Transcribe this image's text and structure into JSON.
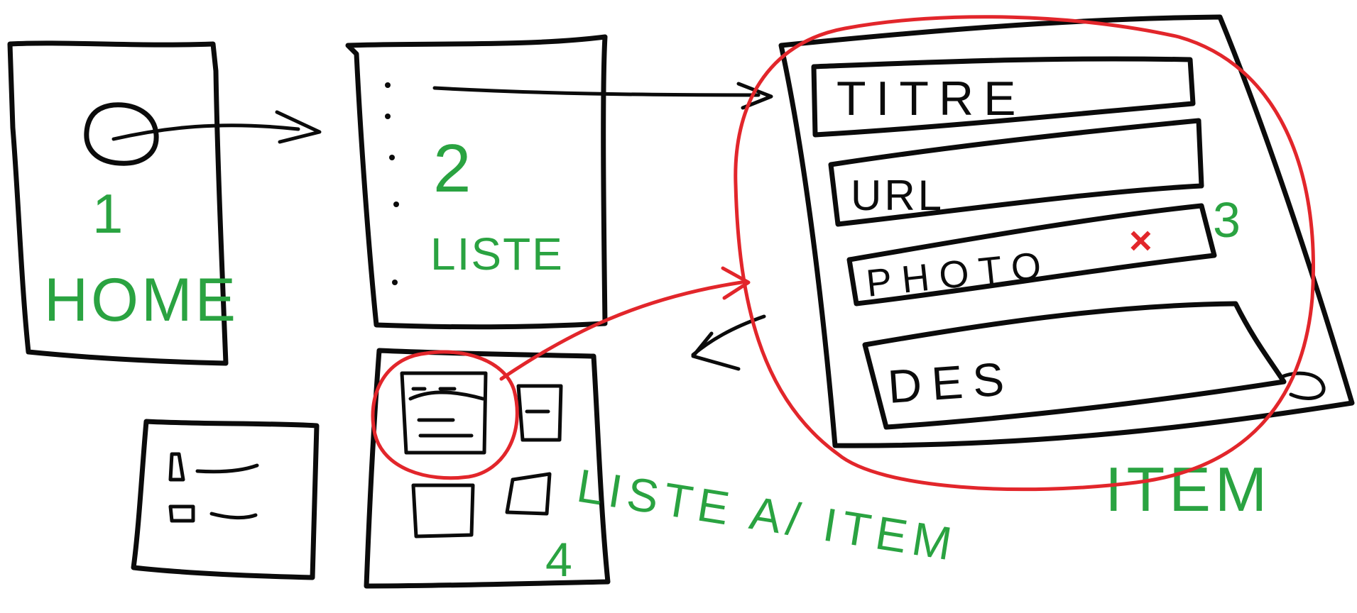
{
  "colors": {
    "ink": "#0b0b0b",
    "green": "#2aa341",
    "red": "#e2262b"
  },
  "screens": {
    "home": {
      "number": "1",
      "label": "HOME"
    },
    "liste": {
      "number": "2",
      "label": "LISTE"
    },
    "item": {
      "number": "3",
      "label": "ITEM",
      "fields": {
        "titre": "TITRE",
        "url": "URL",
        "photo": "PHOTO",
        "photo_mark": "×",
        "des": "DES"
      }
    },
    "grid": {
      "number": "4",
      "label": "LISTE A/ ITEM"
    }
  }
}
